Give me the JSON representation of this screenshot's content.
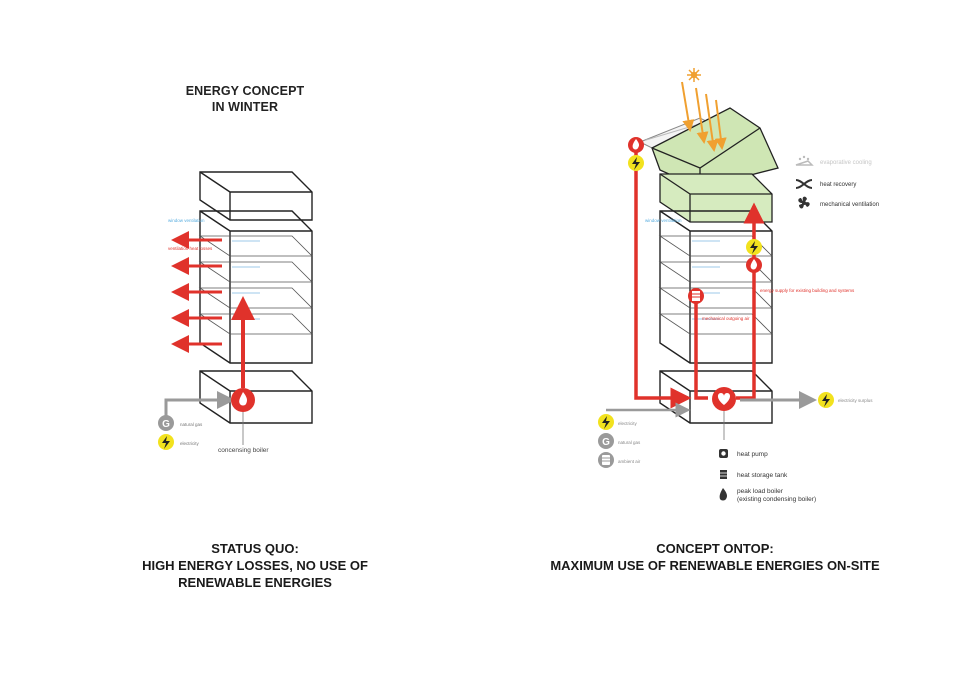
{
  "left": {
    "title_line1": "ENERGY CONCEPT",
    "title_line2": "IN WINTER",
    "label_window_vent": "window ventilation",
    "label_vent_heat_losses": "ventilation heat losses",
    "label_gas_letter": "G",
    "label_natural_gas": "natural gas",
    "label_electricity": "electricity",
    "label_boiler": "concensing boiler",
    "caption_line1": "STATUS QUO:",
    "caption_line2": "HIGH ENERGY LOSSES, NO USE OF",
    "caption_line3": "RENEWABLE ENERGIES"
  },
  "right": {
    "legend_evap_cooling": "evaporative cooling",
    "legend_heat_recovery": "heat recovery",
    "legend_mech_vent": "mechanical ventilation",
    "label_window_vent": "window ventilation",
    "label_energy_supply": "energy supply for existing building and systems",
    "label_mech_outgoing_air": "mechanical outgoing air",
    "label_electricity_surplus": "electricity surplus",
    "label_electricity": "electricity",
    "label_gas_letter": "G",
    "label_natural_gas": "natural gas",
    "label_ambient_air": "ambient air",
    "legend_heat_pump": "heat pump",
    "legend_storage_tank": "heat storage tank",
    "legend_peak_boiler_1": "peak load boiler",
    "legend_peak_boiler_2": "(existing condensing boiler)",
    "caption_line1": "CONCEPT ONTOP:",
    "caption_line2": "MAXIMUM USE OF RENEWABLE ENERGIES ON-SITE"
  },
  "colors": {
    "heat_red": "#e0322b",
    "sun_orange": "#f0a030",
    "electric_yellow": "#f2e21e",
    "roof_green": "#cfe6b4",
    "grey": "#9a9a9a",
    "light_blue": "#5aaee0",
    "outline": "#222222"
  },
  "icons": [
    "flame-icon",
    "lightning-icon",
    "gas-icon",
    "sun-icon",
    "heart-icon",
    "tank-icon",
    "fan-icon",
    "heat-recovery-icon",
    "evaporative-cooling-icon",
    "heat-pump-icon"
  ]
}
